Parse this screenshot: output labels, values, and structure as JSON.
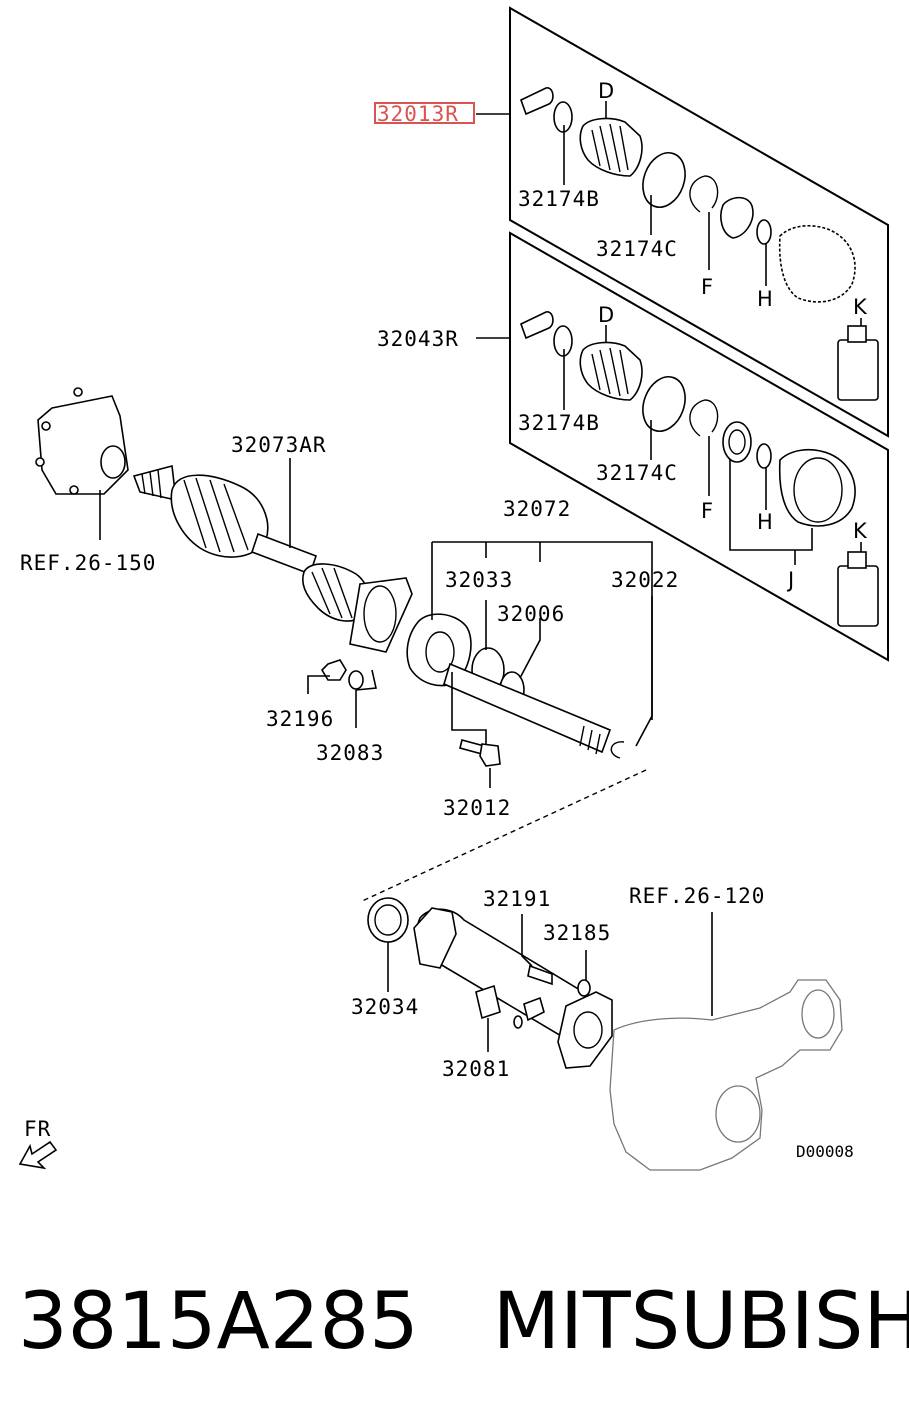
{
  "highlight": {
    "part": "32013R",
    "color": "#d9534f"
  },
  "labels": {
    "p32013R": "32013R",
    "p32043R": "32043R",
    "p32174B_a": "32174B",
    "p32174C_a": "32174C",
    "p32174B_b": "32174B",
    "p32174C_b": "32174C",
    "D_a": "D",
    "F_a": "F",
    "H_a": "H",
    "K_a": "K",
    "D_b": "D",
    "F_b": "F",
    "H_b": "H",
    "K_b": "K",
    "J_b": "J",
    "p32073AR": "32073AR",
    "ref26_150": "REF.26-150",
    "p32072": "32072",
    "p32033": "32033",
    "p32006": "32006",
    "p32022": "32022",
    "p32196": "32196",
    "p32083": "32083",
    "p32012": "32012",
    "p32191": "32191",
    "p32185": "32185",
    "ref26_120": "REF.26-120",
    "p32034": "32034",
    "p32081": "32081",
    "fr": "FR",
    "drawing_code": "D00008"
  },
  "caption": {
    "part_number": "3815A285",
    "brand": "MITSUBISHI"
  },
  "icons": {
    "front_arrow": "front-direction-arrow-icon"
  }
}
